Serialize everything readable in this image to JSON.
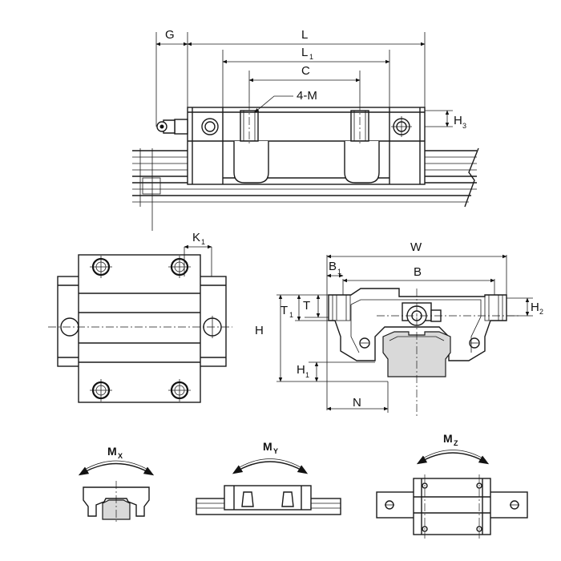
{
  "side_view": {
    "dims": {
      "G": "G",
      "L": "L",
      "L1": "L",
      "L1_sub": "1",
      "C": "C",
      "M": "4-M",
      "H3": "H",
      "H3_sub": "3"
    }
  },
  "top_view": {
    "dims": {
      "K1": "K",
      "K1_sub": "1"
    }
  },
  "front_view": {
    "dims": {
      "W": "W",
      "B1": "B",
      "B1_sub": "1",
      "B": "B",
      "T1": "T",
      "T1_sub": "1",
      "T": "T",
      "H": "H",
      "H2": "H",
      "H2_sub": "2",
      "H1": "H",
      "H1_sub": "1",
      "N": "N"
    }
  },
  "moments": {
    "mx": {
      "label": "M",
      "sub": "X"
    },
    "my": {
      "label": "M",
      "sub": "Y"
    },
    "mz": {
      "label": "M",
      "sub": "Z"
    }
  }
}
